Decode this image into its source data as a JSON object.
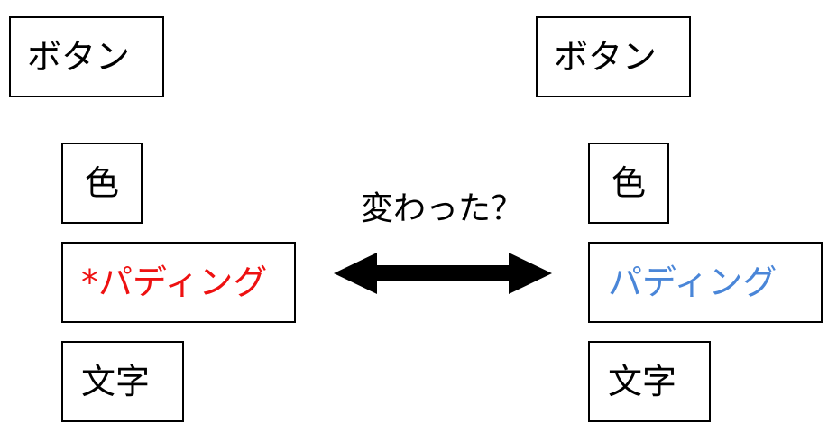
{
  "left_panel": {
    "button_label": "ボタン",
    "color_label": "色",
    "padding_label": "*パディング",
    "text_label": "文字"
  },
  "right_panel": {
    "button_label": "ボタン",
    "color_label": "色",
    "padding_label": "パディング",
    "text_label": "文字"
  },
  "center_note": "変わった？",
  "colors": {
    "left_padding_text": "#ee1111",
    "right_padding_text": "#4a86d8",
    "border": "#000000",
    "arrow": "#000000"
  }
}
